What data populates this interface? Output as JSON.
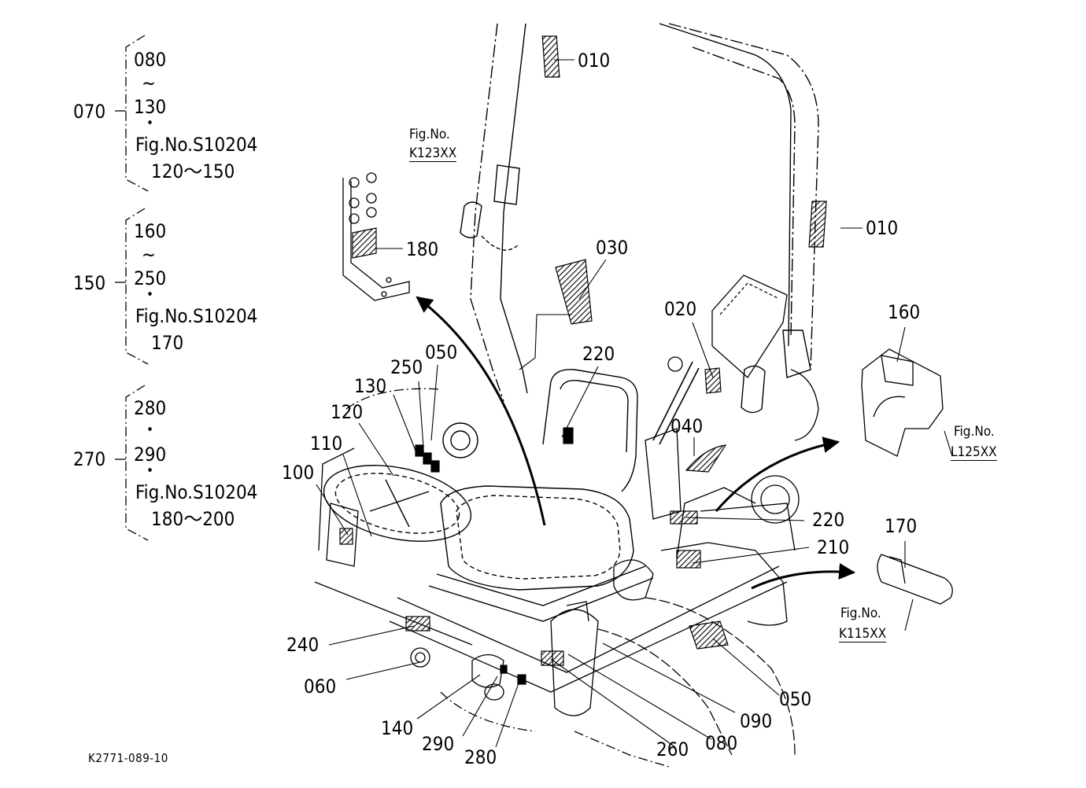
{
  "groups": [
    {
      "ref": "070",
      "items": [
        "080",
        "130"
      ],
      "range_mark": "~",
      "sep": "•",
      "fig": "Fig.No.S10204",
      "fig_range": "120～150"
    },
    {
      "ref": "150",
      "items": [
        "160",
        "250"
      ],
      "range_mark": "~",
      "sep": "•",
      "fig": "Fig.No.S10204",
      "fig_range": "170"
    },
    {
      "ref": "270",
      "items": [
        "280",
        "290"
      ],
      "range_mark": "•",
      "sep": "•",
      "fig": "Fig.No.S10204",
      "fig_range": "180～200"
    }
  ],
  "callouts": {
    "c010a": "010",
    "c010b": "010",
    "c030": "030",
    "c020": "020",
    "c160": "160",
    "c180": "180",
    "c050a": "050",
    "c250": "250",
    "c130": "130",
    "c120": "120",
    "c110": "110",
    "c100": "100",
    "c220a": "220",
    "c040": "040",
    "c220b": "220",
    "c210": "210",
    "c170": "170",
    "c240": "240",
    "c060": "060",
    "c140": "140",
    "c290": "290",
    "c280": "280",
    "c260": "260",
    "c080": "080",
    "c090": "090",
    "c050b": "050"
  },
  "figrefs": {
    "k123": {
      "label": "Fig.No.",
      "code": "K123XX"
    },
    "l125": {
      "label": "Fig.No.",
      "code": "L125XX"
    },
    "k115": {
      "label": "Fig.No.",
      "code": "K115XX"
    }
  },
  "drawing_code": "K2771-089-10"
}
